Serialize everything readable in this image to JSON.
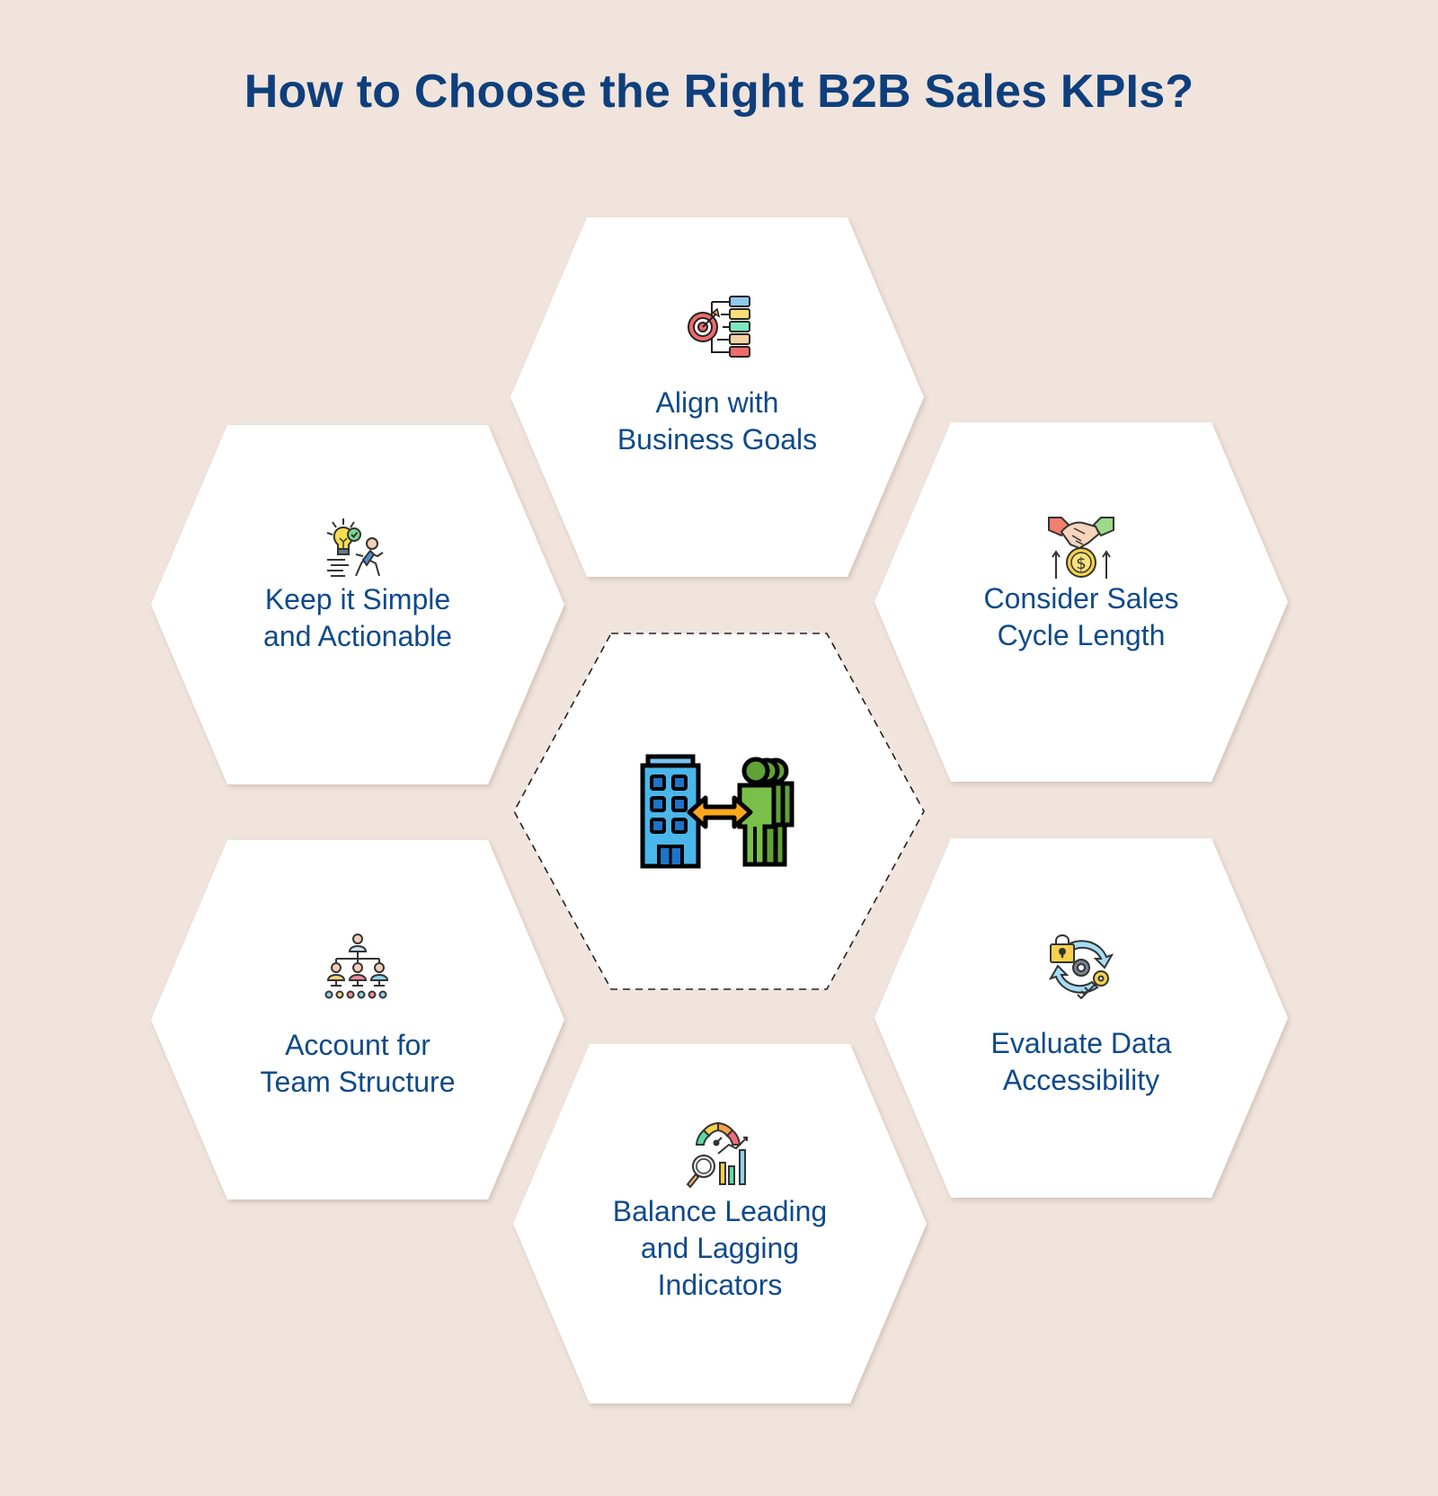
{
  "title": "How to Choose the Right B2B Sales KPIs?",
  "colors": {
    "background": "#F0E4DC",
    "hexagon_fill": "#FFFFFF",
    "title_text": "#0E3F7C",
    "label_text": "#0F4A8A",
    "center_border": "#222222"
  },
  "center": {
    "icon": "company-customers-exchange-icon",
    "border_style": "dashed"
  },
  "items": [
    {
      "position": "top",
      "label_line1": "Align with",
      "label_line2": "Business Goals",
      "label_line3": "",
      "icon": "target-goals-list-icon"
    },
    {
      "position": "top-right",
      "label_line1": "Consider Sales",
      "label_line2": "Cycle Length",
      "label_line3": "",
      "icon": "handshake-money-icon"
    },
    {
      "position": "bottom-right",
      "label_line1": "Evaluate Data",
      "label_line2": "Accessibility",
      "label_line3": "",
      "icon": "lock-key-sync-icon"
    },
    {
      "position": "bottom",
      "label_line1": "Balance Leading",
      "label_line2": "and Lagging",
      "label_line3": "Indicators",
      "icon": "gauge-chart-magnifier-icon"
    },
    {
      "position": "bottom-left",
      "label_line1": "Account for",
      "label_line2": "Team Structure",
      "label_line3": "",
      "icon": "org-chart-team-icon"
    },
    {
      "position": "top-left",
      "label_line1": "Keep it Simple",
      "label_line2": "and Actionable",
      "label_line3": "",
      "icon": "idea-runner-icon"
    }
  ]
}
